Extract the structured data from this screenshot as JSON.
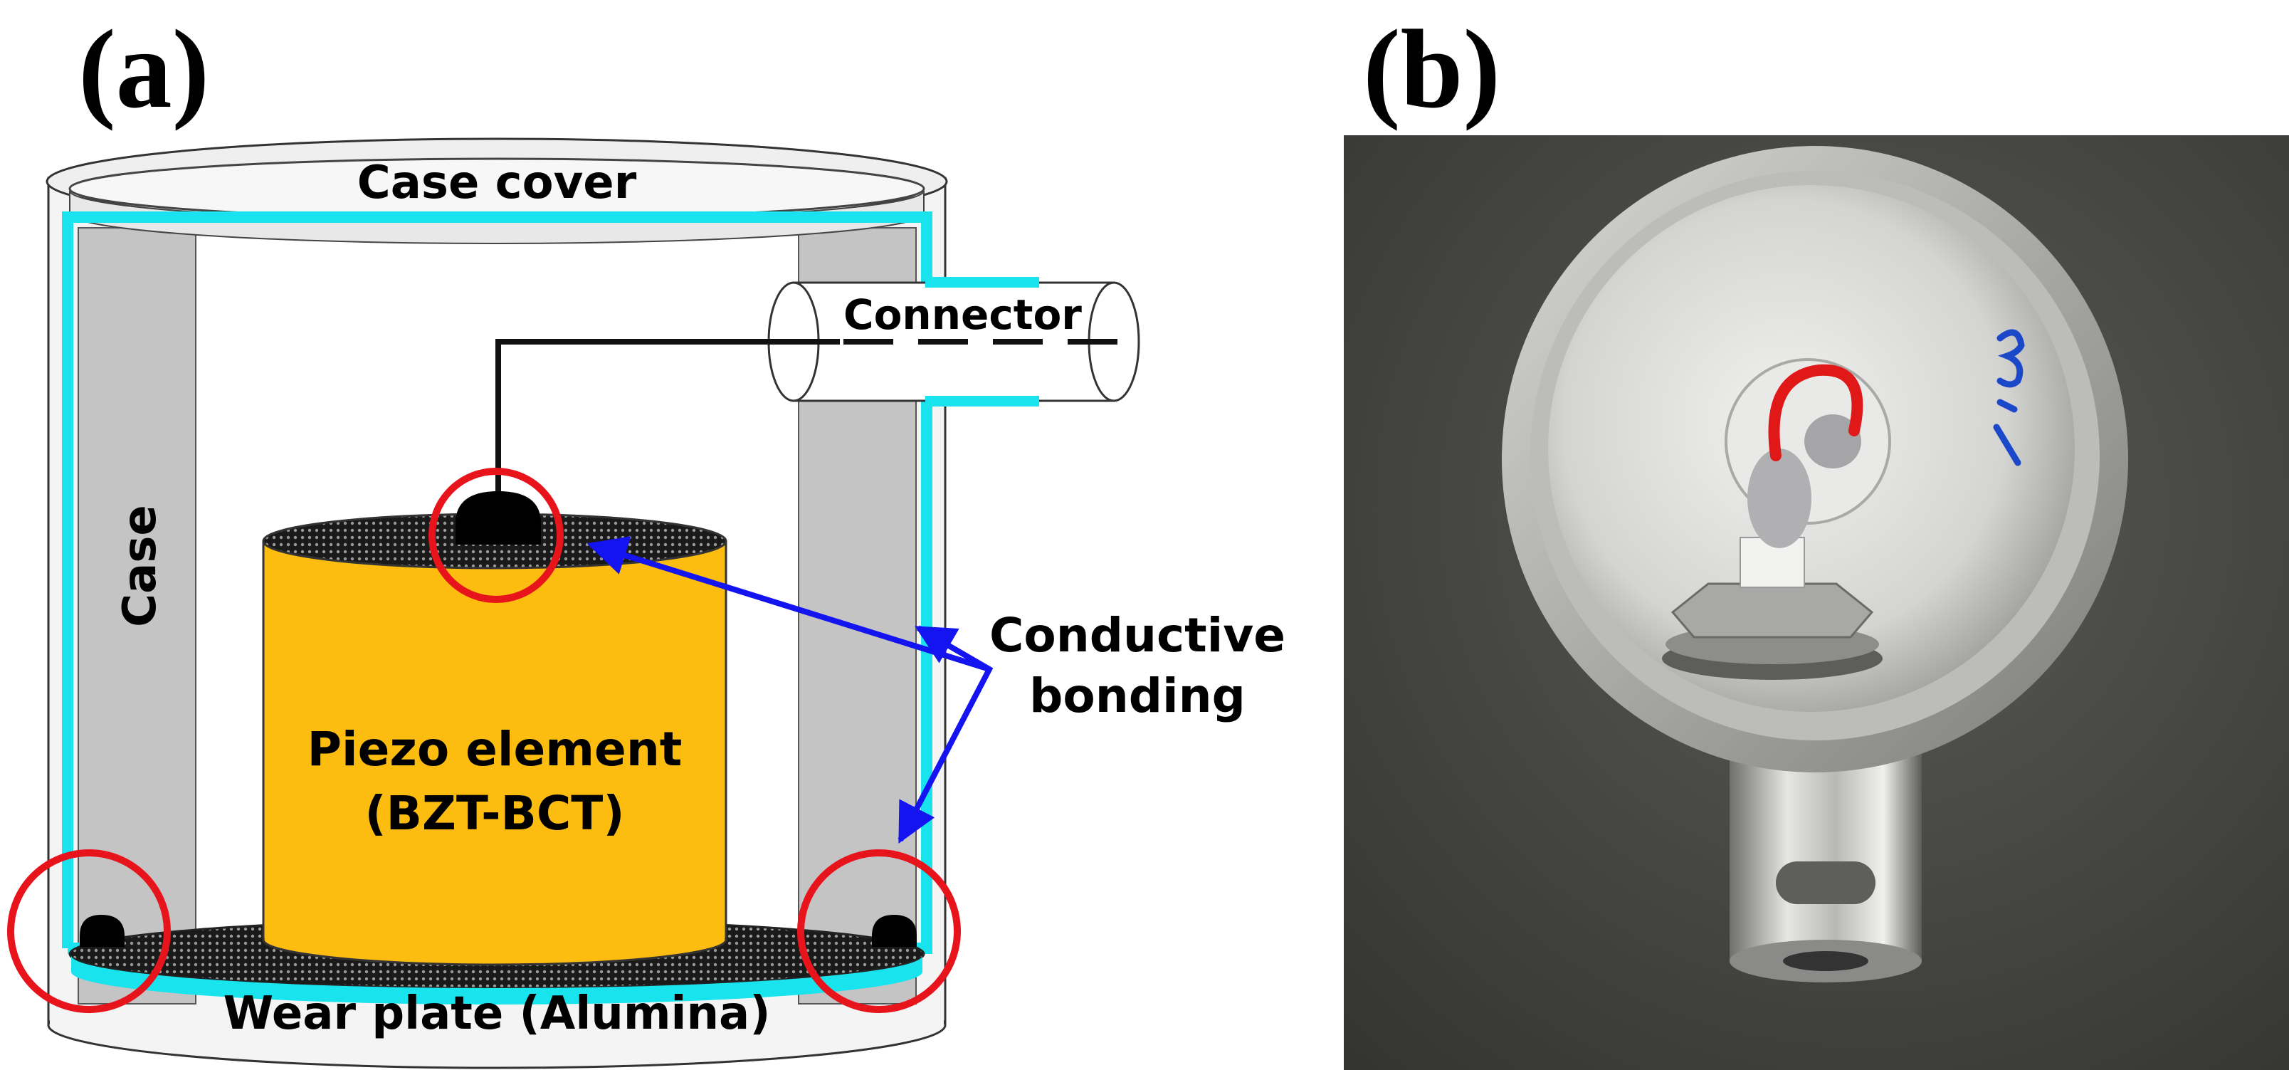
{
  "panels": {
    "a": {
      "label": "(a)"
    },
    "b": {
      "label": "(b)"
    }
  },
  "diagram": {
    "case_cover": "Case cover",
    "connector": "Connector",
    "case": "Case",
    "piezo_line1": "Piezo element",
    "piezo_line2": "(BZT-BCT)",
    "bonding_line1": "Conductive",
    "bonding_line2": "bonding",
    "wear_plate": "Wear plate (Alumina)"
  },
  "photo": {
    "handwritten_mark": "3-1"
  },
  "colors": {
    "cyan_electrode": "#19e4ee",
    "piezo": "#fdbd10",
    "case_gray": "#c4c4c4",
    "highlight_circle": "#e8141c",
    "arrow": "#1414f0",
    "photo_background": "#4a4a48"
  }
}
